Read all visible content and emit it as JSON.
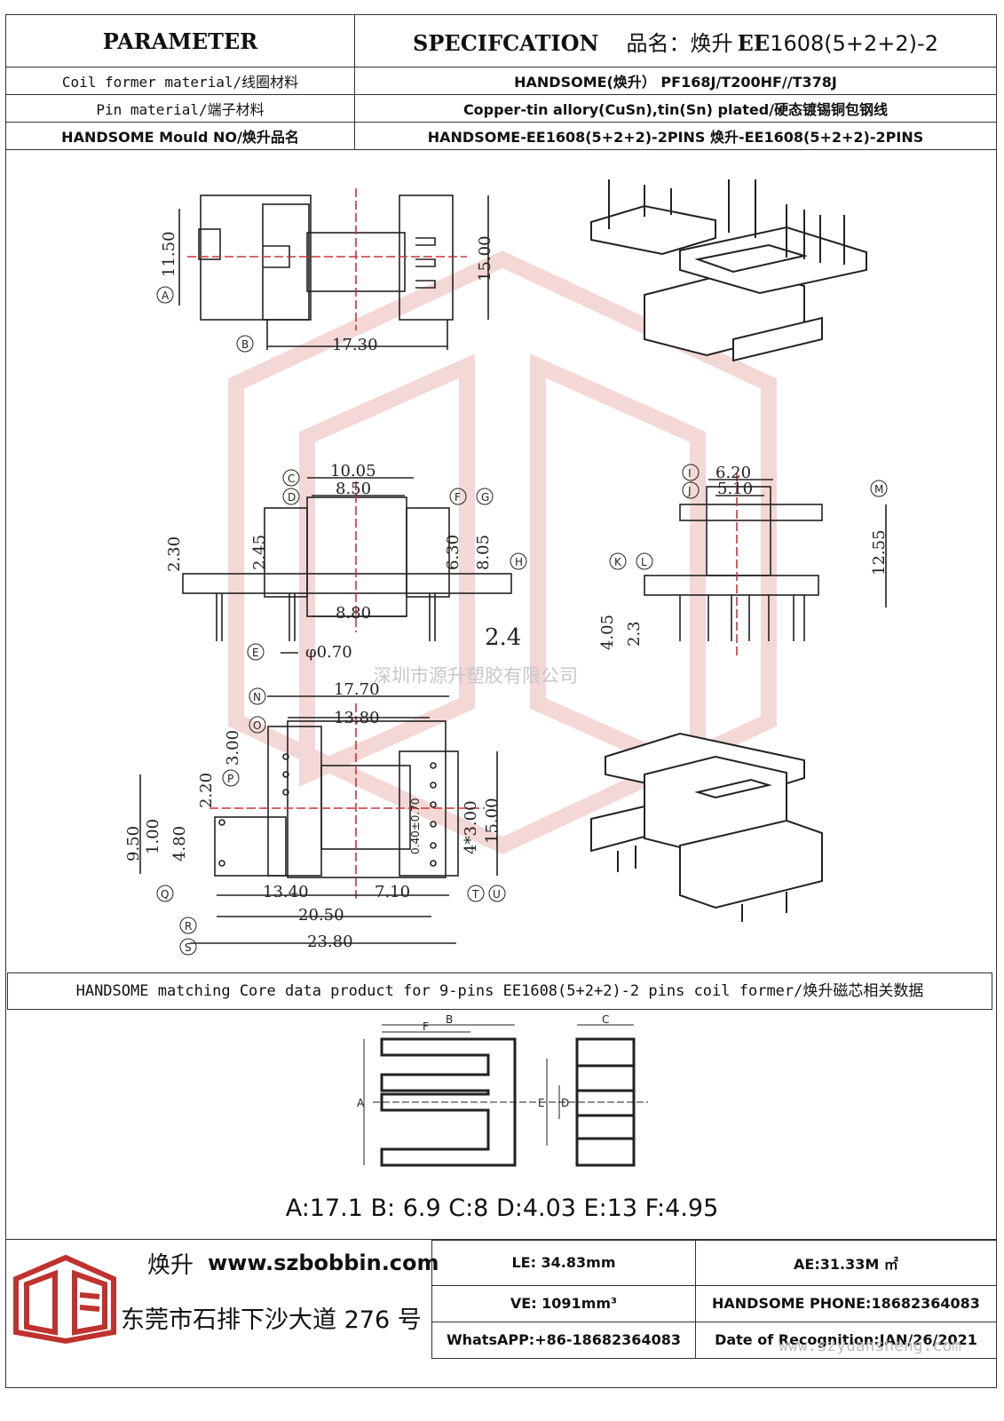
{
  "header": {
    "parameter_label": "PARAMETER",
    "specification_label": "SPECIFCATION",
    "product_name_label": "品名：焕升",
    "product_name_bold": "EE",
    "product_name_rest": "1608(5+2+2)-2"
  },
  "rows": [
    {
      "label": "Coil former material/线圈材料",
      "value": "HANDSOME(焕升）   PF168J/T200HF//T378J"
    },
    {
      "label": "Pin material/端子材料",
      "value": "Copper-tin allory(CuSn),tin(Sn) plated/硬态镀锡铜包钢线"
    },
    {
      "label": "HANDSOME Mould NO/焕升品名",
      "value": "HANDSOME-EE1608(5+2+2)-2PINS    焕升-EE1608(5+2+2)-2PINS"
    }
  ],
  "drawing": {
    "top_view": {
      "dims": [
        "11.50",
        "15.00",
        "17.30"
      ],
      "markers": [
        "A",
        "B"
      ]
    },
    "front_view": {
      "dims": [
        "10.05",
        "8.50",
        "2.30",
        "2.45",
        "6.30",
        "8.05",
        "8.80",
        "φ0.70",
        "2.4"
      ],
      "markers": [
        "C",
        "D",
        "E",
        "F",
        "G",
        "H"
      ]
    },
    "side_view": {
      "dims": [
        "6.20",
        "5.10",
        "12.55",
        "4.05",
        "2.3"
      ],
      "markers": [
        "I",
        "J",
        "K",
        "L",
        "M"
      ]
    },
    "bottom_view": {
      "dims": [
        "17.70",
        "13.80",
        "3.00",
        "2.20",
        "9.50",
        "1.00",
        "4.80",
        "13.40",
        "7.10",
        "20.50",
        "23.80",
        "4*3.00",
        "15.00",
        "0.40±0.70"
      ],
      "markers": [
        "N",
        "O",
        "P",
        "Q",
        "R",
        "S",
        "T",
        "U"
      ]
    },
    "watermark_text": "深圳市源升塑胶有限公司"
  },
  "matching_title": "HANDSOME matching Core data  product for 9-pins EE1608(5+2+2)-2 pins coil former/焕升磁芯相关数据",
  "core_labels": [
    "A",
    "B",
    "C",
    "D",
    "E",
    "F"
  ],
  "core_data_text": "A:17.1 B: 6.9 C:8 D:4.03 E:13 F:4.95",
  "footer": {
    "brand_cn": "焕升",
    "url": "www.szbobbin.com",
    "address": "东莞市石排下沙大道 276 号",
    "cells": [
      "LE: 34.83mm",
      "AE:31.33M ㎡",
      "VE: 1091mm³",
      "HANDSOME PHONE:18682364083",
      "WhatsAPP:+86-18682364083",
      "Date of Recognition:JAN/26/2021"
    ],
    "watermark_url": "www.szyuansheng.com"
  },
  "colors": {
    "border": "#333333",
    "logo_red": "#c0322e",
    "watermark": "#e9a8a6"
  }
}
